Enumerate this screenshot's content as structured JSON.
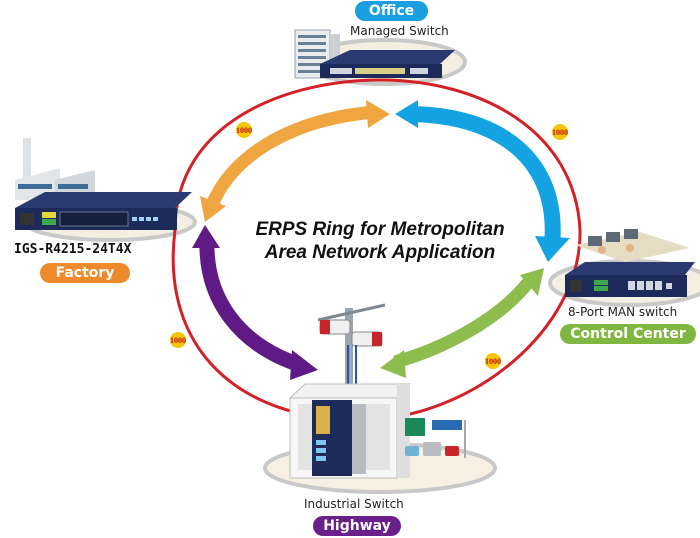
{
  "title": {
    "line1": "ERPS Ring for Metropolitan",
    "line2": "Area Network Application"
  },
  "colors": {
    "ring": "#d42027",
    "badge": "#f7c600",
    "office": "#1aa0e0",
    "factory": "#ee8a2b",
    "control_center": "#7fb741",
    "highway": "#6a1f8a",
    "arrow_orange": "#efa641",
    "arrow_blue": "#13a3e3",
    "arrow_green": "#8dbd4c",
    "arrow_purple": "#5f1a86",
    "device_navy": "#1d2b5a"
  },
  "nodes": {
    "office": {
      "site_label": "Office",
      "device_label": "Managed Switch",
      "icon": "office-building-icon"
    },
    "factory": {
      "site_label": "Factory",
      "device_label": "IGS-R4215-24T4X",
      "icon": "factory-icon"
    },
    "control_center": {
      "site_label": "Control Center",
      "device_label": "8-Port MAN switch",
      "icon": "control-room-icon"
    },
    "highway": {
      "site_label": "Highway",
      "device_label": "Industrial Switch",
      "icon": "highway-camera-icon"
    }
  },
  "links": [
    {
      "from": "office",
      "to": "factory",
      "speed": "1000"
    },
    {
      "from": "office",
      "to": "control_center",
      "speed": "1000"
    },
    {
      "from": "factory",
      "to": "highway",
      "speed": "1000"
    },
    {
      "from": "control_center",
      "to": "highway",
      "speed": "1000"
    }
  ]
}
